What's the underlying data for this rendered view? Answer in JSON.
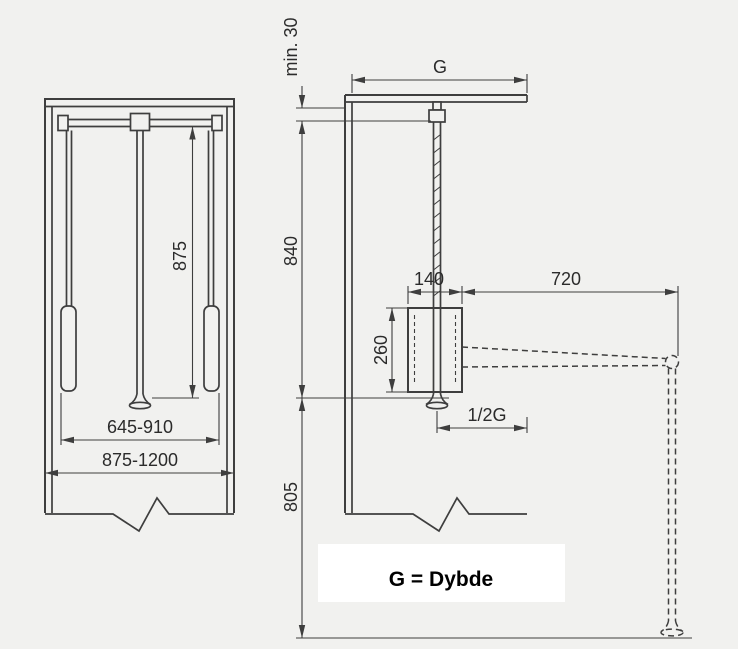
{
  "drawing": {
    "legend": {
      "text": "G = Dybde"
    },
    "front_view": {
      "rod_length": "875",
      "inner_width_range": "645-910",
      "outer_width_range": "875-1200"
    },
    "side_view": {
      "top_clearance": "min. 30",
      "depth_label": "G",
      "upper_height": "840",
      "lower_height": "805",
      "housing_width": "140",
      "arm_reach": "720",
      "housing_height": "260",
      "half_depth": "1/2G"
    },
    "colors": {
      "background": "#f1f1ef",
      "line": "#3e3e3e",
      "text": "#2b2b2b",
      "legend_background": "#ffffff"
    }
  }
}
